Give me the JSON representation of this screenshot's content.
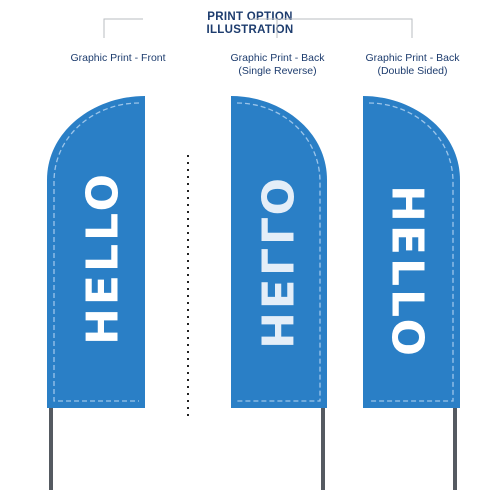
{
  "header": {
    "line1": "PRINT OPTION",
    "line2": "ILLUSTRATION"
  },
  "options": [
    {
      "label_line1": "Graphic Print - Front",
      "label_line2": ""
    },
    {
      "label_line1": "Graphic Print - Back",
      "label_line2": "(Single Reverse)"
    },
    {
      "label_line1": "Graphic Print - Back",
      "label_line2": "(Double Sided)"
    }
  ],
  "flags": [
    {
      "text": "HELLO",
      "style": "front-reading",
      "text_color": "#ffffff"
    },
    {
      "text": "HELLO",
      "style": "mirrored-reverse",
      "text_color": "#e4eef8"
    },
    {
      "text": "HELLO",
      "style": "double-sided",
      "text_color": "#ffffff"
    }
  ],
  "colors": {
    "flag_blue": "#2a7fc6",
    "seam": "#9cc5ea",
    "pole": "#555a61",
    "heading": "#1d3c6e",
    "bracket": "#b9bdc2"
  }
}
